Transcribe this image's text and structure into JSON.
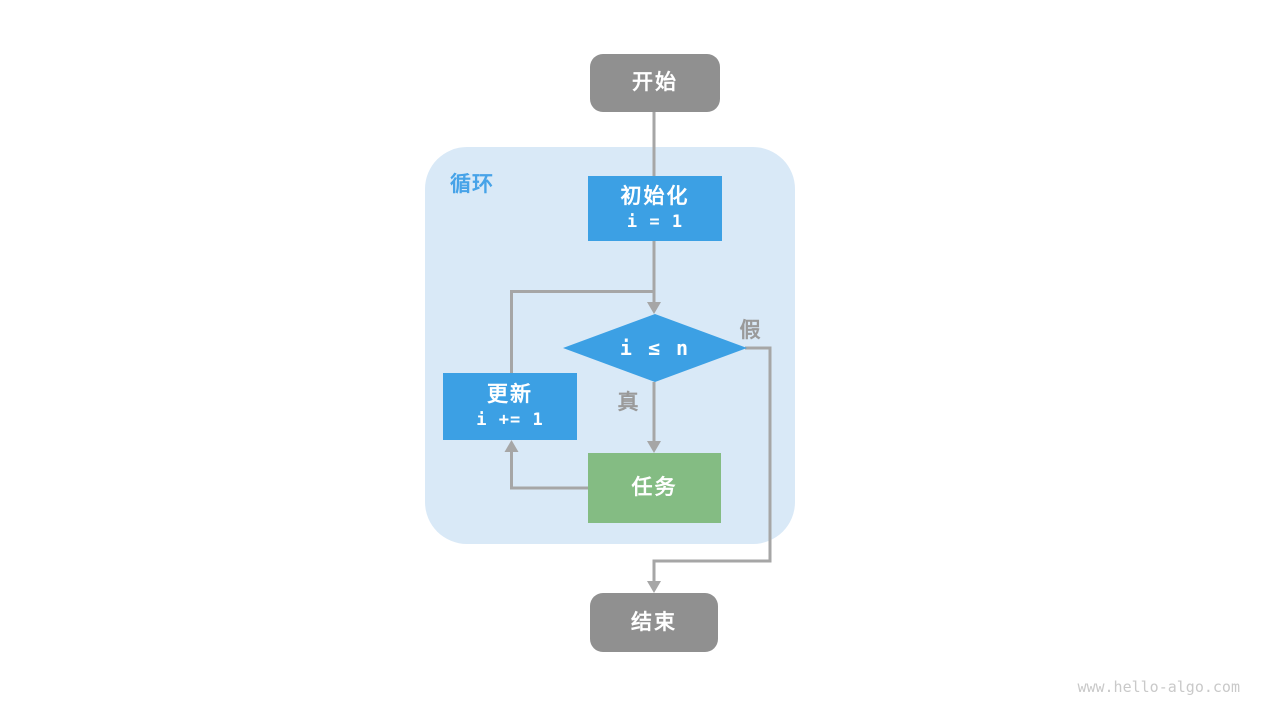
{
  "page": {
    "watermark": "www.hello-algo.com"
  },
  "colors": {
    "node_blue": "#3CA0E4",
    "node_green": "#84BC83",
    "node_gray": "#909090",
    "container_fill": "#D9E9F7",
    "loop_label_blue": "#47A3E8",
    "edge_gray": "#A6A6A6",
    "edge_label_gray": "#9A9A9A"
  },
  "flowchart": {
    "container_label": "循环",
    "nodes": {
      "start": {
        "label": "开始"
      },
      "init": {
        "label": "初始化",
        "code": "i = 1"
      },
      "condition": {
        "code": "i ≤ n"
      },
      "update": {
        "label": "更新",
        "code": "i += 1"
      },
      "task": {
        "label": "任务"
      },
      "end": {
        "label": "结束"
      }
    },
    "edge_labels": {
      "true_branch": "真",
      "false_branch": "假"
    }
  }
}
